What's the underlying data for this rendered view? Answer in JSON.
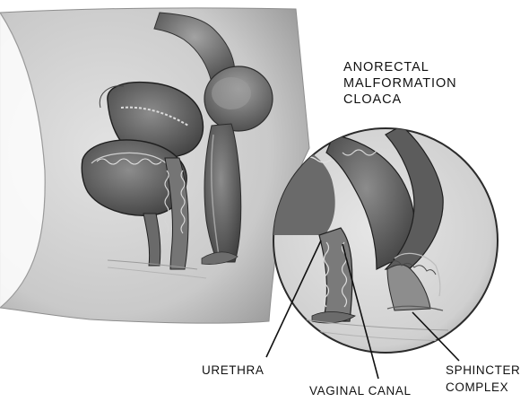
{
  "title": {
    "line1": "ANORECTAL",
    "line2": "MALFORMATION",
    "line3": "CLOACA"
  },
  "labels": {
    "urethra": "URETHRA",
    "vaginal_canal": "VAGINAL CANAL",
    "sphincter_line1": "SPHINCTER",
    "sphincter_line2": "COMPLEX"
  },
  "colors": {
    "background": "#ffffff",
    "skin": "#cfcfcf",
    "organ_dark": "#5a5a5a",
    "organ_mid": "#8a8a8a",
    "leader_lines": "#111111"
  }
}
